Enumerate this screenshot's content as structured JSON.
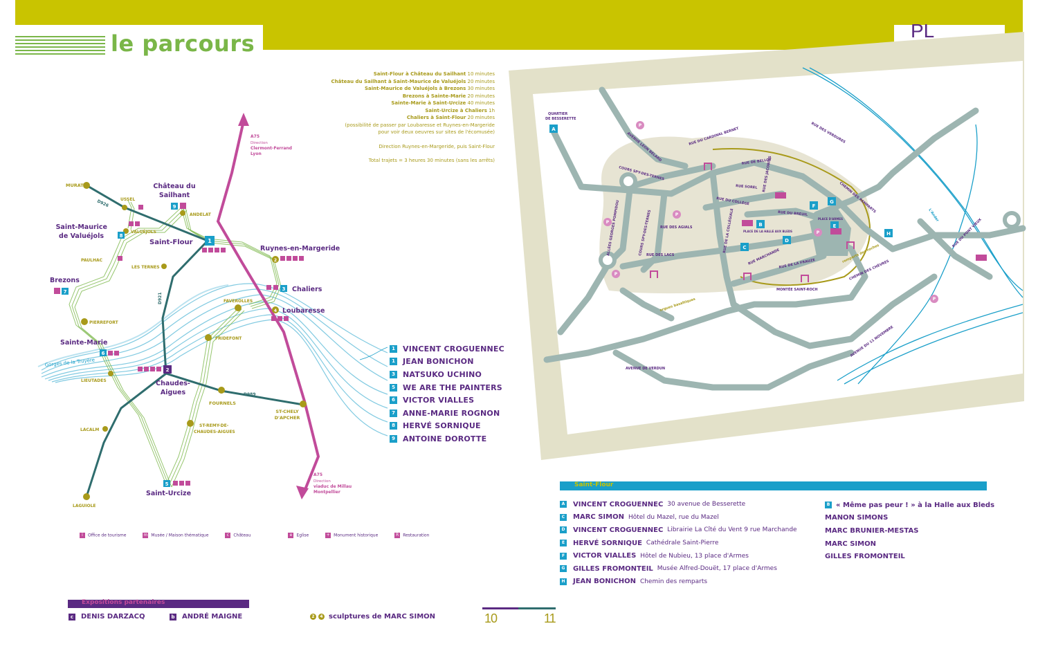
{
  "header": {
    "title": "le parcours",
    "plan_title": "PL\nAN  ST-\nFLOUR"
  },
  "itinerary": {
    "rows": [
      {
        "route": "Saint-Flour à Château du Sailhant",
        "time": "10 minutes"
      },
      {
        "route": "Château du Sailhant à Saint-Maurice de Valuéjols",
        "time": "20 minutes"
      },
      {
        "route": "Saint-Maurice de Valuéjols à Brezons",
        "time": "30 minutes"
      },
      {
        "route": "Brezons à Sainte-Marie",
        "time": "20 minutes"
      },
      {
        "route": "Sainte-Marie à Saint-Urcize",
        "time": "40 minutes"
      },
      {
        "route": "Saint-Urcize à Chaliers",
        "time": "1h"
      },
      {
        "route": "Chaliers à Saint-Flour",
        "time": "20 minutes"
      }
    ],
    "note1": "(possibilité de passer par Loubaresse et Ruynes-en-Margeride",
    "note2": "pour voir deux oeuvres sur sites de l'écomusée)",
    "direction": "Direction Ruynes-en-Margeride, puis Saint-Flour",
    "total": "Total trajets = 3 heures 30 minutes (sans les arrêts)"
  },
  "route_map": {
    "places": {
      "murat": "MURAT",
      "ussel": "USSEL",
      "chateau_line1": "Château du",
      "chateau_line2": "Sailhant",
      "andelat": "ANDELAT",
      "stmaurice_line1": "Saint-Maurice",
      "stmaurice_line2": "de Valuéjols",
      "valuejols": "VALUÉJOLS",
      "saintflour": "Saint-Flour",
      "ruynes": "Ruynes-en-Margeride",
      "paulhac": "PAULHAC",
      "lesternes": "LES TERNES",
      "brezons": "Brezons",
      "chaliers": "Chaliers",
      "faverolles": "FAVEROLLES",
      "loubaresse": "Loubaresse",
      "pierrefort": "PIERREFORT",
      "fridefont": "FRIDEFONT",
      "saintemarie": "Sainte-Marie",
      "gorges": "Gorges de la Truyère",
      "lieutades": "LIEUTADES",
      "chaudes_line1": "Chaudes-",
      "chaudes_line2": "Aigues",
      "fournels": "FOURNELS",
      "stchely_line1": "ST-CHELY",
      "stchely_line2": "D'APCHER",
      "stremy_line1": "ST-REMY-DE-",
      "stremy_line2": "CHAUDES-AIGUES",
      "lacalm": "LACALM",
      "sainturcize": "Saint-Urcize",
      "laguiole": "LAGUIOLE"
    },
    "roads": {
      "d926": "D926",
      "d921": "D921",
      "d989": "D989"
    },
    "a75_north": {
      "road": "A75",
      "line1": "Direction",
      "line2": "Clermont-Ferrand",
      "line3": "Lyon"
    },
    "a75_south": {
      "road": "A75",
      "line1": "Direction",
      "line2": "viaduc de Millau",
      "line3": "Montpellier"
    },
    "badges": {
      "saintflour": "1",
      "chateau": "9",
      "stmaurice": "8",
      "brezons": "7",
      "saintemarie": "6",
      "sainturcize": "5",
      "chaliers": "3",
      "chaudes": "2",
      "ruynes": "2",
      "loubaresse": "4"
    },
    "colors": {
      "a75": "#c14b9a",
      "road": "#2f6d6e",
      "green_route": "#7ab648",
      "river": "#1a9fc9",
      "gold": "#a89a1a",
      "purple": "#5a2a82"
    }
  },
  "legend": [
    {
      "icon": "i",
      "label": "Office de tourisme"
    },
    {
      "icon": "m",
      "label": "Musée / Maison thématique"
    },
    {
      "icon": "c",
      "label": "Château"
    },
    {
      "icon": "e",
      "label": "Eglise"
    },
    {
      "icon": "+",
      "label": "Monument historique"
    },
    {
      "icon": "R",
      "label": "Restauration"
    }
  ],
  "artists": [
    {
      "num": "1",
      "name": "VINCENT CROGUENNEC"
    },
    {
      "num": "1",
      "name": "JEAN BONICHON"
    },
    {
      "num": "3",
      "name": "NATSUKO UCHINO"
    },
    {
      "num": "5",
      "name": "WE ARE THE PAINTERS"
    },
    {
      "num": "6",
      "name": "VICTOR VIALLES"
    },
    {
      "num": "7",
      "name": "ANNE-MARIE ROGNON"
    },
    {
      "num": "8",
      "name": "HERVÉ SORNIQUE"
    },
    {
      "num": "9",
      "name": "ANTOINE DOROTTE"
    }
  ],
  "partners": {
    "title": "Expositions partenaires",
    "items": [
      {
        "badge": "c",
        "name": "DENIS DARZACQ"
      },
      {
        "badge": "b",
        "name": "ANDRÉ MAIGNE"
      }
    ],
    "sculptures": {
      "dot1": "2",
      "dot2": "4",
      "label": "sculptures de MARC SIMON"
    }
  },
  "pages": {
    "left": "10",
    "right": "11"
  },
  "city_map": {
    "streets": {
      "quartier1": "QUARTIER",
      "quartier2": "DE BESSERETTE",
      "leon_belard": "AVENUE LEON BELARD",
      "cardinal": "RUE DU CARDINAL BERNET",
      "spy_ternes": "COURS SPY-DES-TERNES",
      "bellov": "RUE DE BELLOY",
      "verdures": "RUE DES VERDURES",
      "jacobins": "RUE DES JACOBINS",
      "sorel": "RUE SOREL",
      "chemin_remparts": "CHEMIN DES REMPARTS",
      "college": "RUE DU COLLÈGE",
      "breuil": "RUE DU BREUIL",
      "pompidou": "ALLÉES GEORGES POMPIDOU",
      "spy_vertical": "COURS SPY-DES-TERNES",
      "acials": "RUE DES AGIALS",
      "collegiale": "RUE DE LA COLLÉGIALE",
      "lacs": "RUE DES LACS",
      "marchande": "RUE MARCHANDE",
      "frauze": "RUE DE LA FRAUZE",
      "montee": "MONTÉE SAINT-ROCH",
      "remparts_roches": "remparts des roches",
      "orgues": "orgues basaltiques",
      "chevres": "CHEMIN DES CHÈVRES",
      "pont_vieux": "RUE DU PONT VIEUX",
      "novembre": "AVENUE DU 11 NOVEMBRE",
      "verdun": "AVENUE DE VERDUN",
      "lander": "L'Ander",
      "place_armes": "PLACE D'ARMES",
      "halle": "PLACE DE LA HALLE AUX BLEDS"
    },
    "pins": [
      "A",
      "B",
      "C",
      "D",
      "E",
      "F",
      "G",
      "H",
      "P"
    ]
  },
  "saint_flour_list": {
    "title": "Saint-Flour",
    "items": [
      {
        "badge": "A",
        "name": "VINCENT CROGUENNEC",
        "addr": "30 avenue de Besserette"
      },
      {
        "badge": "C",
        "name": "MARC SIMON",
        "addr": "Hôtel du Mazel, rue du Mazel"
      },
      {
        "badge": "D",
        "name": "VINCENT CROGUENNEC",
        "addr": "Librairie La Cîté du Vent 9 rue Marchande"
      },
      {
        "badge": "E",
        "name": "HERVÉ SORNIQUE",
        "addr": "Cathédrale Saint-Pierre"
      },
      {
        "badge": "F",
        "name": "VICTOR VIALLES",
        "addr": "Hôtel de Nubieu, 13 place d'Armes"
      },
      {
        "badge": "G",
        "name": "GILLES FROMONTEIL",
        "addr": "Musée Alfred-Douët, 17 place d'Armes"
      },
      {
        "badge": "H",
        "name": "JEAN BONICHON",
        "addr": "Chemin des remparts"
      }
    ],
    "halle": {
      "badge": "B",
      "title": "« Même pas peur ! » à la Halle aux Bleds",
      "names": [
        "MANON SIMONS",
        "MARC BRUNIER-MESTAS",
        "MARC SIMON",
        "GILLES FROMONTEIL"
      ]
    }
  }
}
